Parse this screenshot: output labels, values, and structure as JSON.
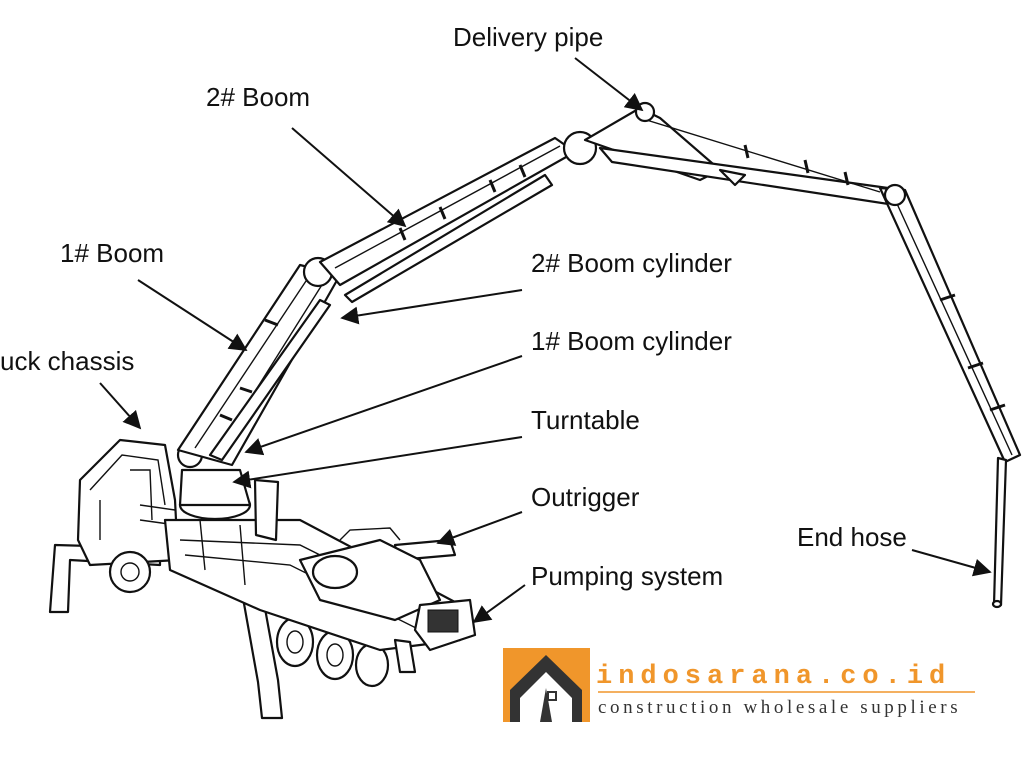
{
  "labels": {
    "delivery_pipe": "Delivery pipe",
    "boom2": "2# Boom",
    "boom1": "1# Boom",
    "truck_chassis": "uck chassis",
    "boom2_cylinder": "2# Boom cylinder",
    "boom1_cylinder": "1# Boom cylinder",
    "turntable": "Turntable",
    "outrigger": "Outrigger",
    "pumping_system": "Pumping system",
    "end_hose": "End hose"
  },
  "watermark": {
    "name": "indosarana.co.id",
    "tagline": "construction wholesale suppliers",
    "accent_color": "#f0962b",
    "logo_dark": "#333333"
  }
}
